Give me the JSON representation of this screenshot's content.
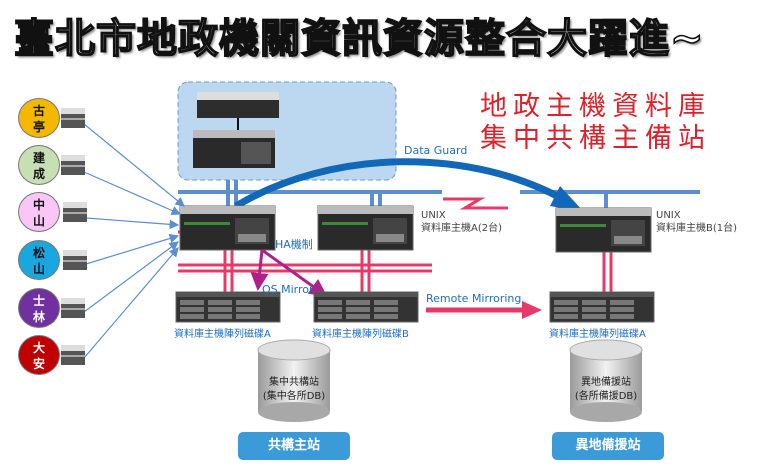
{
  "title": "臺北市地政機關資訊資源整合大躍進~",
  "headline": {
    "line1": "地政主機資料庫",
    "line2": "集中共構主備站"
  },
  "offices": [
    {
      "name_top": "古",
      "name_bottom": "亭",
      "color": "#f5b800",
      "text_color": "#111"
    },
    {
      "name_top": "建",
      "name_bottom": "成",
      "color": "#c6e0b4",
      "text_color": "#111"
    },
    {
      "name_top": "中",
      "name_bottom": "山",
      "color": "#f9c6f5",
      "text_color": "#111"
    },
    {
      "name_top": "松",
      "name_bottom": "山",
      "color": "#1aa7e0",
      "text_color": "#111"
    },
    {
      "name_top": "士",
      "name_bottom": "林",
      "color": "#7030a0",
      "text_color": "#fff"
    },
    {
      "name_top": "大",
      "name_bottom": "安",
      "color": "#c00000",
      "text_color": "#fff"
    }
  ],
  "links": {
    "data_guard": "Data Guard",
    "ha": "HA機制",
    "os_mirror": "OS Mirror",
    "remote_mirroring": "Remote Mirroring"
  },
  "hosts": {
    "a": {
      "os": "UNIX",
      "name": "資料庫主機A(2台)"
    },
    "b": {
      "os": "UNIX",
      "name": "資料庫主機B(1台)"
    }
  },
  "disks": {
    "main_a": "資料庫主機陣列磁碟A",
    "main_b": "資料庫主機陣列磁碟B",
    "backup_a": "資料庫主機陣列磁碟A"
  },
  "databases": {
    "main": {
      "line1": "集中共構站",
      "line2": "(集中各所DB)"
    },
    "backup": {
      "line1": "異地備援站",
      "line2": "(各所備援DB)"
    }
  },
  "sites": {
    "main": "共構主站",
    "backup": "異地備援站"
  },
  "colors": {
    "network": "#5b8fd0",
    "storage_link": "#e8386a",
    "data_guard": "#1268b8",
    "mirror": "#b0208a",
    "site_button": "#3b9ad8"
  }
}
